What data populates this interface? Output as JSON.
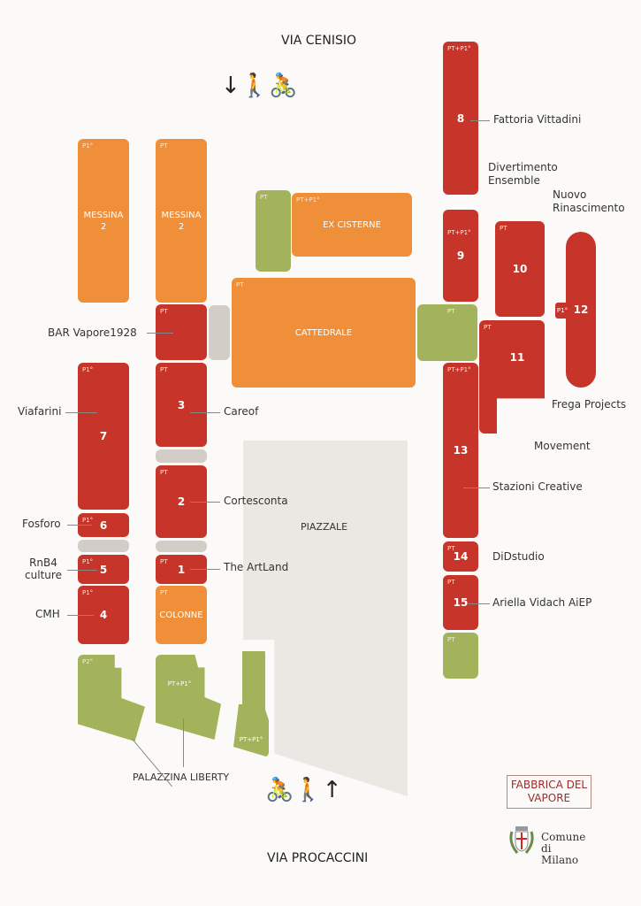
{
  "streets": {
    "north": "VIA CENISIO",
    "south": "VIA PROCACCINI"
  },
  "areas": {
    "piazzale": "PIAZZALE",
    "palazzina": "PALAZZINA LIBERTY"
  },
  "buildings": {
    "messina_left": {
      "floor": "P1°",
      "name": "MESSINA 2"
    },
    "messina_right": {
      "floor": "PT",
      "name": "MESSINA 2"
    },
    "cisterne_green": {
      "floor": "PT"
    },
    "ex_cisterne": {
      "floor": "PT+P1°",
      "name": "EX CISTERNE"
    },
    "cattedrale": {
      "floor": "PT",
      "name": "CATTEDRALE"
    },
    "bar": {
      "floor": "PT"
    },
    "b3": {
      "floor": "PT",
      "num": "3"
    },
    "b2": {
      "floor": "PT",
      "num": "2"
    },
    "b1": {
      "floor": "PT",
      "num": "1"
    },
    "colonne": {
      "floor": "PT",
      "name": "COLONNE"
    },
    "b7": {
      "floor": "P1°",
      "num": "7"
    },
    "b6": {
      "floor": "P1°",
      "num": "6"
    },
    "b5": {
      "floor": "P1°",
      "num": "5"
    },
    "b4": {
      "floor": "P1°",
      "num": "4"
    },
    "pal1": {
      "floor": "P2°"
    },
    "pal2": {
      "floor": "PT+P1°"
    },
    "pal3": {
      "floor": "PT+P1°"
    },
    "b8": {
      "floor": "PT+P1°",
      "num": "8"
    },
    "b9": {
      "floor": "PT+P1°",
      "num": "9"
    },
    "green_mid": {
      "floor": "PT"
    },
    "b13": {
      "floor": "PT+P1°",
      "num": "13"
    },
    "b14": {
      "floor": "PT",
      "num": "14"
    },
    "b15": {
      "floor": "PT",
      "num": "15"
    },
    "green_bottom": {
      "floor": "PT"
    },
    "b10": {
      "floor": "PT",
      "num": "10"
    },
    "b11": {
      "floor": "PT",
      "num": "11"
    },
    "b12": {
      "floor": "P1°",
      "num": "12"
    }
  },
  "tenants": {
    "bar": "BAR Vapore1928",
    "viafarini": "Viafarini",
    "careof": "Careof",
    "cortesconta": "Cortesconta",
    "fosforo": "Fosforo",
    "rnb4": "RnB4 culture",
    "artland": "The ArtLand",
    "cmh": "CMH",
    "fattoria": "Fattoria Vittadini",
    "divertimento": "Divertimento Ensemble",
    "nuovo": "Nuovo Rinascimento",
    "frega": "Frega Projects",
    "movement": "Movement",
    "stazioni": "Stazioni Creative",
    "didstudio": "DiDstudio",
    "ariella": "Ariella Vidach AiEP"
  },
  "logos": {
    "fabbrica": "FABBRICA DEL VAPORE",
    "comune": "Comune di Milano"
  },
  "colors": {
    "red": "#c6342a",
    "orange": "#ef8f3a",
    "green": "#a3b35c",
    "gray": "#d2cdc7"
  }
}
